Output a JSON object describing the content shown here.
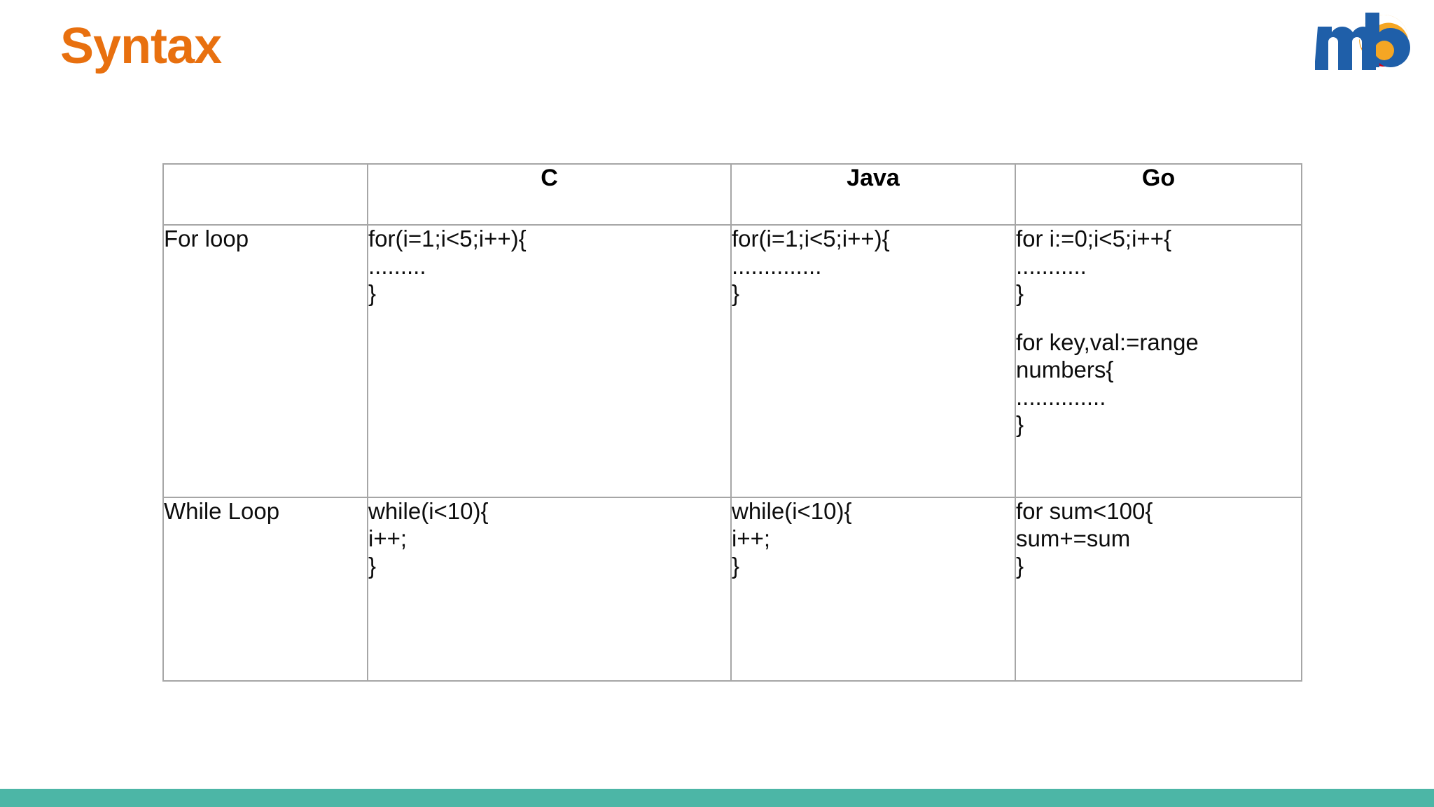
{
  "slide": {
    "title": "Syntax",
    "title_color": "#E8700F",
    "bottom_bar_color": "#4CB6A6",
    "border_color": "#a6a6a6",
    "background_color": "#ffffff"
  },
  "logo": {
    "name": "mb-logo",
    "letters": "mb",
    "blue": "#1F5FA9",
    "orange": "#F5A623",
    "red": "#D0021B",
    "white": "#ffffff"
  },
  "table": {
    "headers": [
      "",
      "C",
      "Java",
      "Go"
    ],
    "rows": [
      {
        "label": "For loop",
        "c": [
          "for(i=1;i<5;i++){",
          ".........",
          "}"
        ],
        "java": [
          "for(i=1;i<5;i++){",
          "..............",
          "}"
        ],
        "go": [
          "for i:=0;i<5;i++{",
          "...........",
          "}",
          "",
          "for key,val:=range numbers{",
          "..............",
          "}"
        ]
      },
      {
        "label": "While Loop",
        "c": [
          "while(i<10){",
          "i++;",
          "}"
        ],
        "java": [
          "while(i<10){",
          "i++;",
          "}"
        ],
        "go": [
          "for sum<100{",
          "sum+=sum",
          "}"
        ]
      }
    ]
  }
}
